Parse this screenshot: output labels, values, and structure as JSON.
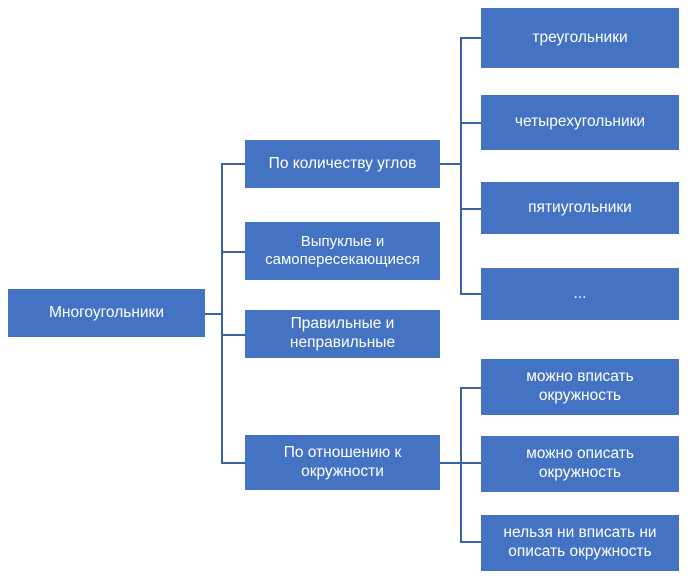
{
  "diagram": {
    "title": "Многоугольники",
    "type": "tree-diagram",
    "accent_color": "#4473C4",
    "connector_color": "#3A62A8",
    "text_color": "#FFFFFF",
    "background_color": "#FFFFFF",
    "root": {
      "label": "Многоугольники"
    },
    "branches": [
      {
        "id": "po-kolichestvu-uglov",
        "label": "По количеству углов",
        "children": [
          {
            "id": "treugolniki",
            "label": "треугольники"
          },
          {
            "id": "chetyrehugolniki",
            "label": "четырехугольники"
          },
          {
            "id": "pyatiugolniki",
            "label": "пятиугольники"
          },
          {
            "id": "ellipsis",
            "label": "..."
          }
        ]
      },
      {
        "id": "vypuklye-i-samoperesekayushchiesya",
        "label": "Выпуклые и самопересекающиеся",
        "children": []
      },
      {
        "id": "pravilnye-i-nepravilnye",
        "label": "Правильные и неправильные",
        "children": []
      },
      {
        "id": "po-otnosheniyu-k-okruzhnosti",
        "label": "По отношению к окружности",
        "children": [
          {
            "id": "mozhno-vpisat-okruzhnost",
            "label": "можно вписать окружность"
          },
          {
            "id": "mozhno-opisat-okruzhnost",
            "label": "можно описать окружность"
          },
          {
            "id": "nelzya-ni-vpisat-ni-opisat-okruzhnost",
            "label": "нельзя ни вписать ни описать окружность"
          }
        ]
      }
    ]
  }
}
